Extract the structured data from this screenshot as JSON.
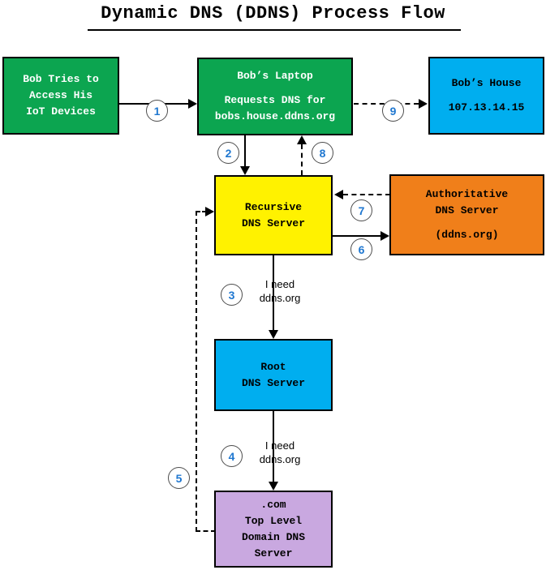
{
  "title": "Dynamic DNS (DDNS) Process Flow",
  "colors": {
    "green": "#0CA550",
    "blue": "#00AEEF",
    "yellow": "#FFF200",
    "orange": "#F07F1A",
    "purple": "#C9A8E0",
    "step_number": "#1F77D0",
    "stroke": "#000000"
  },
  "nodes": {
    "bob": {
      "lines": [
        "Bob Tries to",
        "Access His",
        "IoT Devices"
      ]
    },
    "laptop": {
      "lines": [
        "Bob’s Laptop",
        "",
        "Requests DNS for",
        "bobs.house.ddns.org"
      ]
    },
    "house": {
      "lines": [
        "Bob’s House",
        "",
        "107.13.14.15"
      ]
    },
    "recursive": {
      "lines": [
        "Recursive",
        "DNS Server"
      ]
    },
    "authoritative": {
      "lines": [
        "Authoritative",
        "DNS Server",
        "",
        "(ddns.org)"
      ]
    },
    "root": {
      "lines": [
        "Root",
        "DNS Server"
      ]
    },
    "tld": {
      "lines": [
        ".com",
        "Top Level",
        "Domain DNS",
        "Server"
      ]
    }
  },
  "steps": [
    {
      "n": "1"
    },
    {
      "n": "2"
    },
    {
      "n": "3"
    },
    {
      "n": "4"
    },
    {
      "n": "5"
    },
    {
      "n": "6"
    },
    {
      "n": "7"
    },
    {
      "n": "8"
    },
    {
      "n": "9"
    }
  ],
  "edge_labels": {
    "step3": "I need\nddns.org",
    "step4": "I need\nddns.org"
  }
}
